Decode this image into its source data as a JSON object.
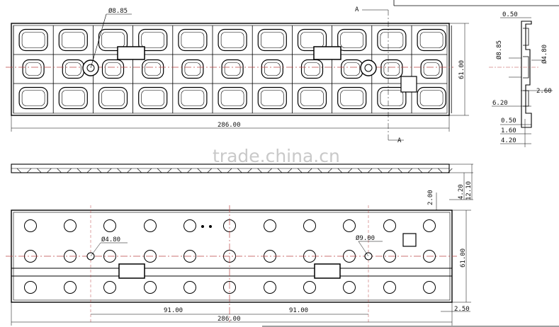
{
  "watermark": "trade.china.cn",
  "top_view": {
    "width_label": "286.00",
    "height_label": "61.00",
    "hole_label": "Ø8.85",
    "section_mark": "A"
  },
  "side_view": {
    "labels": [
      "0.50",
      "Ø8.85",
      "Ø4.80",
      "2.60",
      "6.20",
      "0.50",
      "1.60",
      "4.20"
    ]
  },
  "front_view": {
    "height_label_1": "4.20",
    "height_label_2": "12.10"
  },
  "bottom_view": {
    "width_label": "286.00",
    "height_label": "61.00",
    "edge_label": "2.00",
    "hole_small_label": "Ø4.80",
    "hole_large_label": "Ø9.00",
    "left_span_label": "91.00",
    "right_span_label": "91.00",
    "offset_label": "2.50"
  }
}
